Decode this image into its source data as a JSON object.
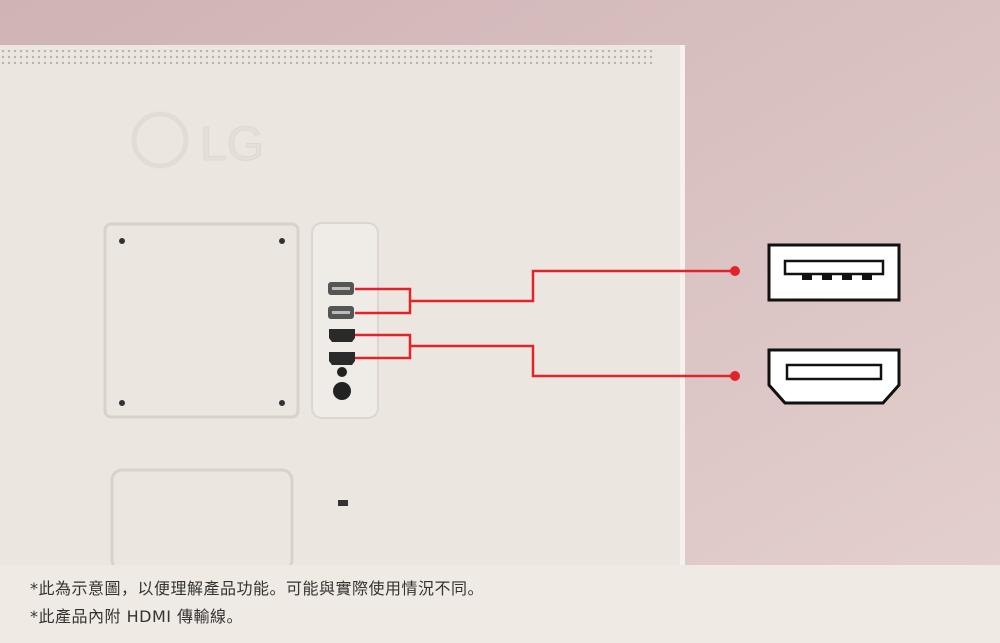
{
  "logo_text": "LG",
  "colors": {
    "background": "#d9c1c2",
    "monitor": "#ebe6e0",
    "accent": "#e0242a",
    "caption_bg": "#efebe4"
  },
  "ports": {
    "usb": {
      "count": 2,
      "icon": "usb-a-icon"
    },
    "hdmi": {
      "count": 2,
      "icon": "hdmi-icon"
    }
  },
  "caption": {
    "line1": "*此為示意圖，以便理解產品功能。可能與實際使用情況不同。",
    "line2": "*此產品內附 HDMI 傳輸線。"
  }
}
